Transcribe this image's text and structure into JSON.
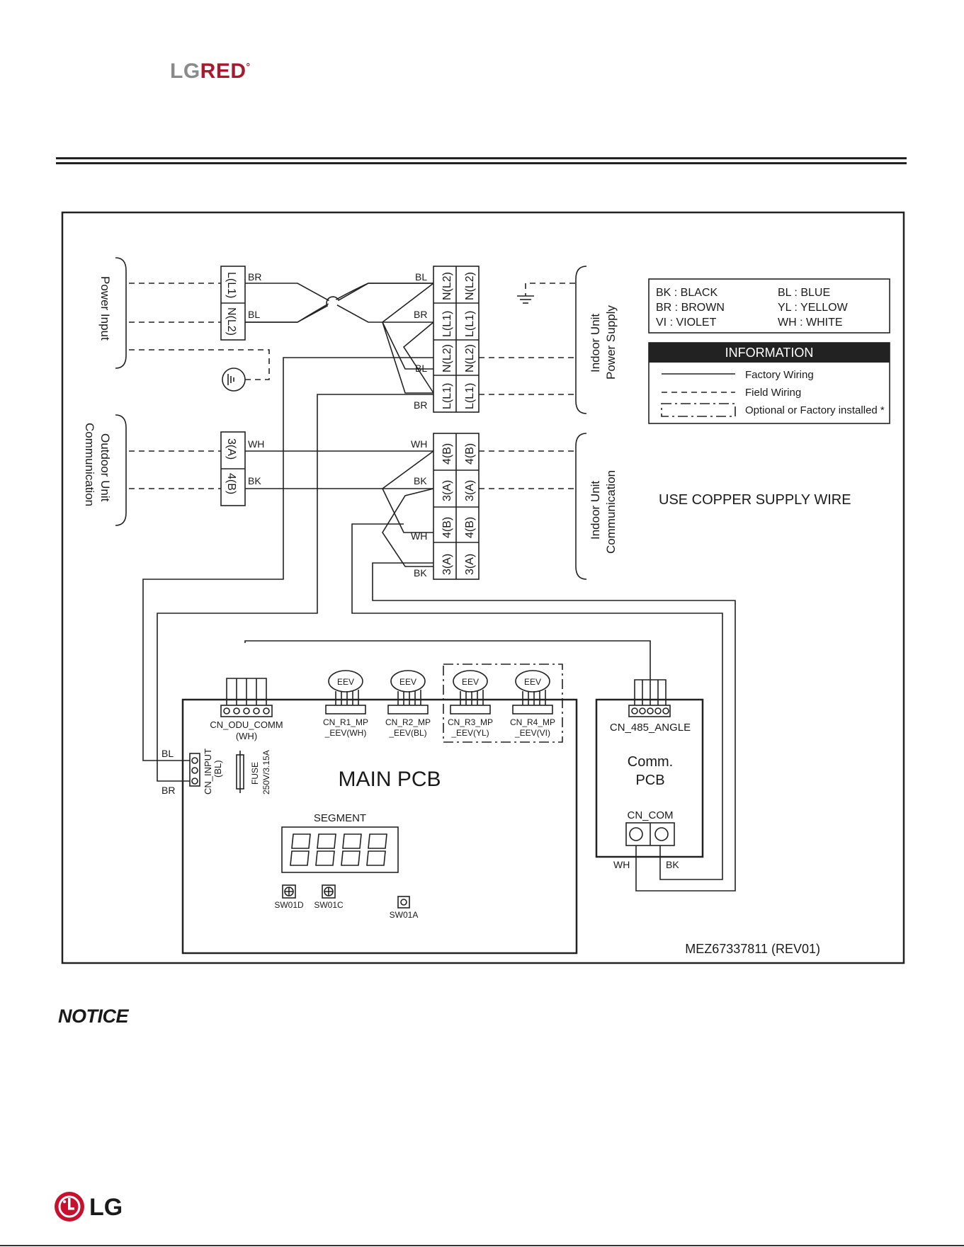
{
  "brand": {
    "lg": "LG",
    "red": "RED",
    "degree": "°"
  },
  "footer": {
    "logo_text": "LG"
  },
  "notice_title": "NOTICE",
  "diagram": {
    "left_labels": {
      "power_input": "Power Input",
      "outdoor_comm_line1": "Outdoor Unit",
      "outdoor_comm_line2": "Communication"
    },
    "right_labels": {
      "indoor_power_line1": "Indoor Unit",
      "indoor_power_line2": "Power Supply",
      "indoor_comm_line1": "Indoor Unit",
      "indoor_comm_line2": "Communication"
    },
    "power_input_terminals": [
      "L(L1)",
      "N(L2)"
    ],
    "comm_input_terminals": [
      "3(A)",
      "4(B)"
    ],
    "power_terminal_block": [
      "N(L2)",
      "L(L1)",
      "N(L2)",
      "L(L1)"
    ],
    "comm_terminal_block": [
      "4(B)",
      "3(A)",
      "4(B)",
      "3(A)"
    ],
    "wire_colors": {
      "br": "BR",
      "bl": "BL",
      "wh": "WH",
      "bk": "BK"
    },
    "color_legend": [
      {
        "code": "BK : BLACK"
      },
      {
        "code": "BR : BROWN"
      },
      {
        "code": "VI : VIOLET"
      },
      {
        "code": "BL : BLUE"
      },
      {
        "code": "YL : YELLOW"
      },
      {
        "code": "WH : WHITE"
      }
    ],
    "information": {
      "title": "INFORMATION",
      "factory": "Factory Wiring",
      "field": "Field Wiring",
      "optional": "Optional or Factory installed *"
    },
    "copper_note": "USE COPPER SUPPLY WIRE",
    "main_pcb": {
      "title": "MAIN PCB",
      "segment": "SEGMENT",
      "cn_odu_comm": "CN_ODU_COMM",
      "cn_odu_comm_color": "(WH)",
      "cn_input": "CN_INPUT",
      "cn_input_color": "(BL)",
      "fuse": "FUSE",
      "fuse_rating": "250V/3.15A",
      "eev_label": "EEV",
      "eev_connectors": [
        {
          "line1": "CN_R1_MP",
          "line2": "_EEV(WH)"
        },
        {
          "line1": "CN_R2_MP",
          "line2": "_EEV(BL)"
        },
        {
          "line1": "CN_R3_MP",
          "line2": "_EEV(YL)"
        },
        {
          "line1": "CN_R4_MP",
          "line2": "_EEV(VI)"
        }
      ],
      "switches": [
        "SW01D",
        "SW01C",
        "SW01A"
      ]
    },
    "comm_pcb": {
      "title_line1": "Comm.",
      "title_line2": "PCB",
      "cn_485": "CN_485_ANGLE",
      "cn_com": "CN_COM"
    },
    "model_code": "MEZ67337811 (REV01)"
  },
  "colors": {
    "brand_red": "#a6192e",
    "brand_gray": "#8a8a8a",
    "lg_logo_red": "#c8102e"
  }
}
